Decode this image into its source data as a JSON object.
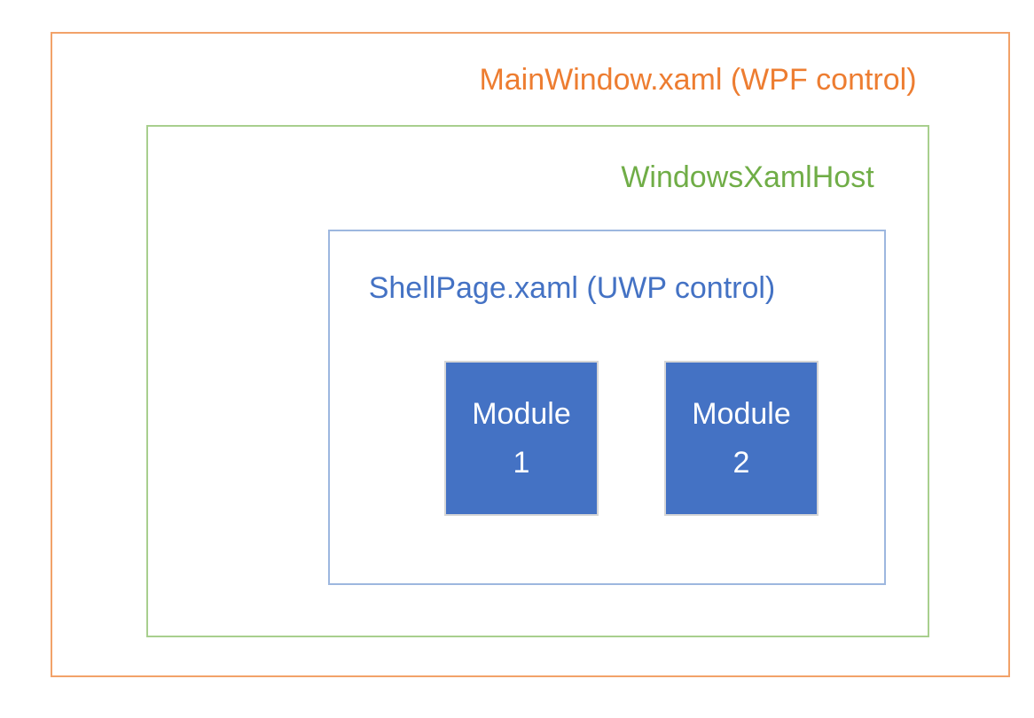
{
  "diagram": {
    "outer": {
      "label": "MainWindow.xaml (WPF control)"
    },
    "host": {
      "label": "WindowsXamlHost"
    },
    "shell": {
      "label": "ShellPage.xaml (UWP control)"
    },
    "modules": [
      {
        "name": "Module",
        "number": "1"
      },
      {
        "name": "Module",
        "number": "2"
      }
    ],
    "colors": {
      "outer_text": "#ED7D31",
      "outer_border": "#F2A269",
      "host_text": "#70AD47",
      "host_border": "#A8CF8E",
      "shell_text": "#4472C4",
      "shell_border": "#9DB7DF",
      "module_fill": "#4472C4",
      "module_border": "#D6D6D6",
      "module_text": "#FFFFFF",
      "page_background": "#FFFFFF"
    }
  }
}
